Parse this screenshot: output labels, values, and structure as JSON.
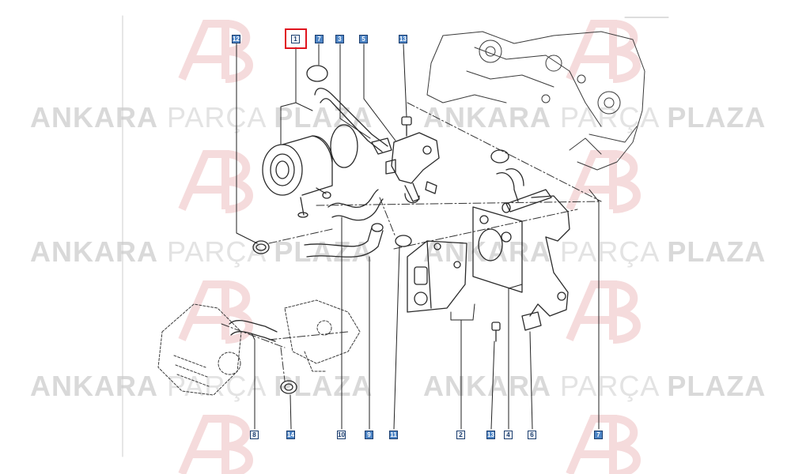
{
  "watermark": {
    "word1": "ANKARA",
    "word2": "PARÇA",
    "word3": "PLAZA"
  },
  "callouts": [
    {
      "label": "12",
      "highlight": true
    },
    {
      "label": "1",
      "highlight": false
    },
    {
      "label": "7",
      "highlight": true
    },
    {
      "label": "3",
      "highlight": true
    },
    {
      "label": "5",
      "highlight": true
    },
    {
      "label": "13",
      "highlight": true
    },
    {
      "label": "8",
      "highlight": false
    },
    {
      "label": "14",
      "highlight": true
    },
    {
      "label": "10",
      "highlight": false
    },
    {
      "label": "9",
      "highlight": true
    },
    {
      "label": "11",
      "highlight": true
    },
    {
      "label": "2",
      "highlight": false
    },
    {
      "label": "13",
      "highlight": true
    },
    {
      "label": "4",
      "highlight": false
    },
    {
      "label": "6",
      "highlight": false
    },
    {
      "label": "7",
      "highlight": true
    }
  ],
  "colors": {
    "line": "#2a2a2a",
    "callout_border": "#1b3d6e",
    "selection": "#e0141e",
    "watermark_logo": "#f2c9cb"
  }
}
